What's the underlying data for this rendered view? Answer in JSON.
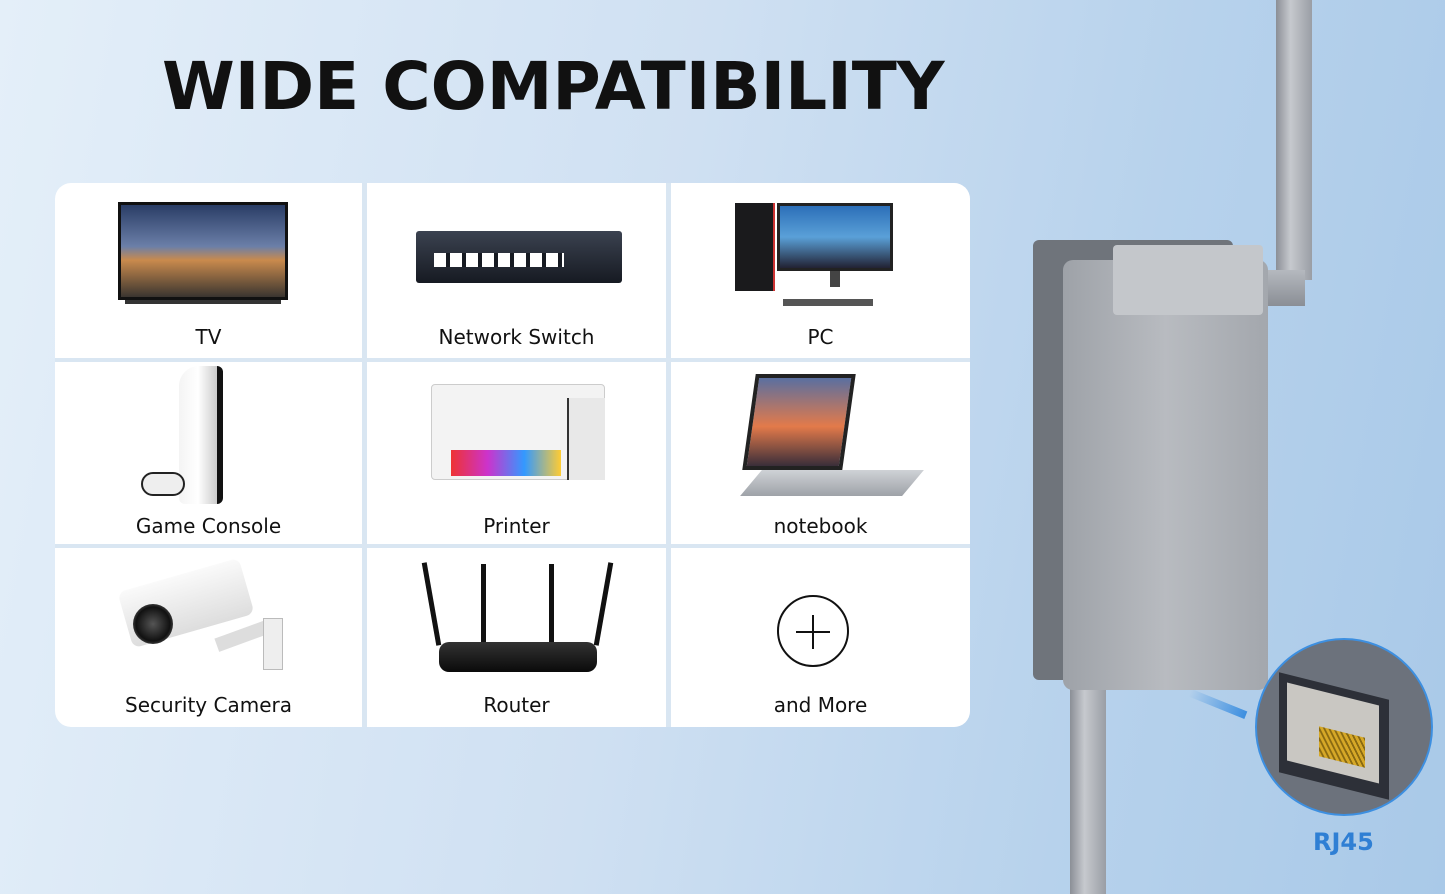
{
  "title": "WIDE COMPATIBILITY",
  "devices": [
    {
      "label": "TV",
      "icon": "tv-icon"
    },
    {
      "label": "Network Switch",
      "icon": "network-switch-icon"
    },
    {
      "label": "PC",
      "icon": "pc-icon"
    },
    {
      "label": "Game Console",
      "icon": "game-console-icon"
    },
    {
      "label": "Printer",
      "icon": "printer-icon"
    },
    {
      "label": "notebook",
      "icon": "notebook-icon"
    },
    {
      "label": "Security Camera",
      "icon": "security-camera-icon"
    },
    {
      "label": "Router",
      "icon": "router-icon"
    },
    {
      "label": "and More",
      "icon": "plus-circle-icon"
    }
  ],
  "callout": {
    "label": "RJ45"
  },
  "colors": {
    "accent": "#2f7fd4",
    "callout_ring": "#3d8fe0"
  }
}
